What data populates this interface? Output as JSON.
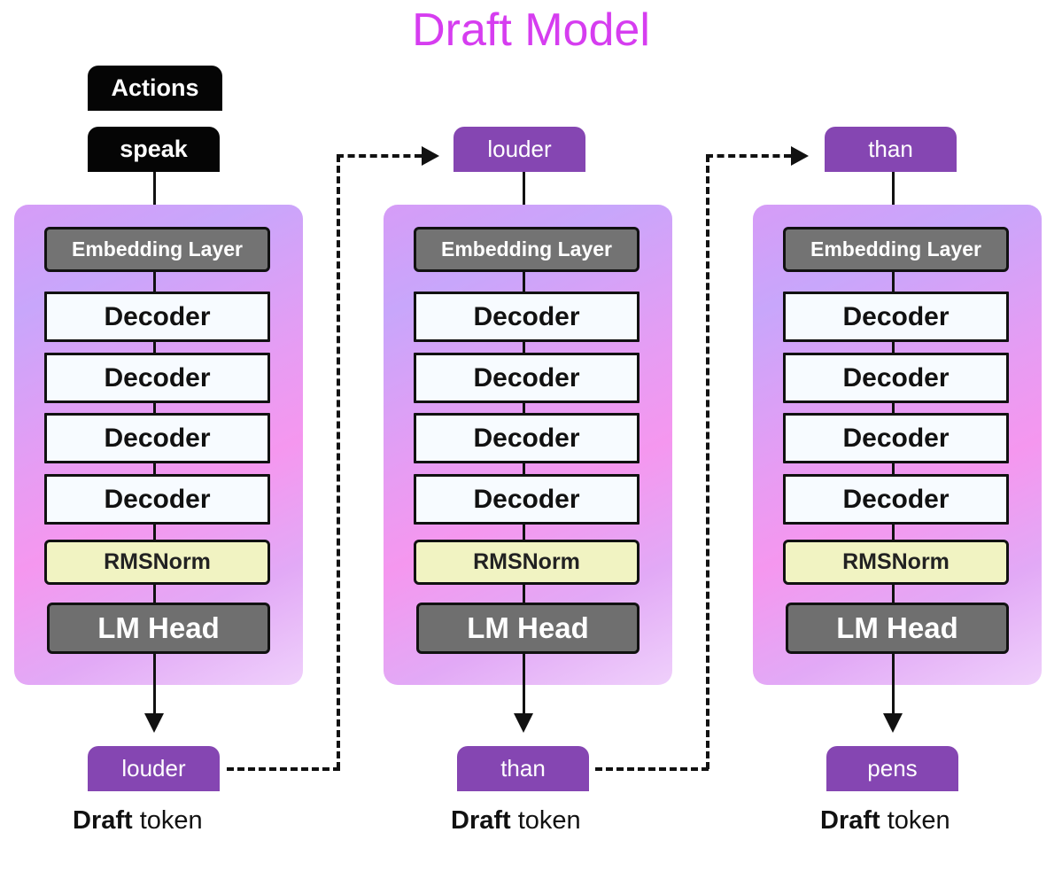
{
  "title": "Draft Model",
  "actions_label": "Actions",
  "colors": {
    "title": "#d63df0",
    "token_tab": "#8546b2",
    "embedding": "#737373",
    "decoder": "#f7fbff",
    "rmsnorm": "#f1f3c2",
    "lm_head": "#6f6f6f"
  },
  "layers": {
    "embedding": "Embedding Layer",
    "decoder": "Decoder",
    "rmsnorm": "RMSNorm",
    "lm_head": "LM Head"
  },
  "columns": [
    {
      "input_token": "speak",
      "output_token": "louder",
      "caption_bold": "Draft",
      "caption_rest": " token"
    },
    {
      "input_token": "louder",
      "output_token": "than",
      "caption_bold": "Draft",
      "caption_rest": " token"
    },
    {
      "input_token": "than",
      "output_token": "pens",
      "caption_bold": "Draft",
      "caption_rest": " token"
    }
  ]
}
